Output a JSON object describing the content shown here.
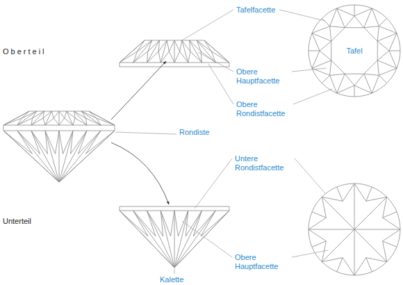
{
  "diagram": {
    "labels": [
      "Oberteil",
      "Tafelfacette",
      "Tafel",
      "Obere Hauptfacette",
      "Obere Rondistfacette",
      "Rondiste",
      "Untere Rondistfacette",
      "Unterteil",
      "Obere Hauptfacette",
      "Kalette"
    ]
  }
}
